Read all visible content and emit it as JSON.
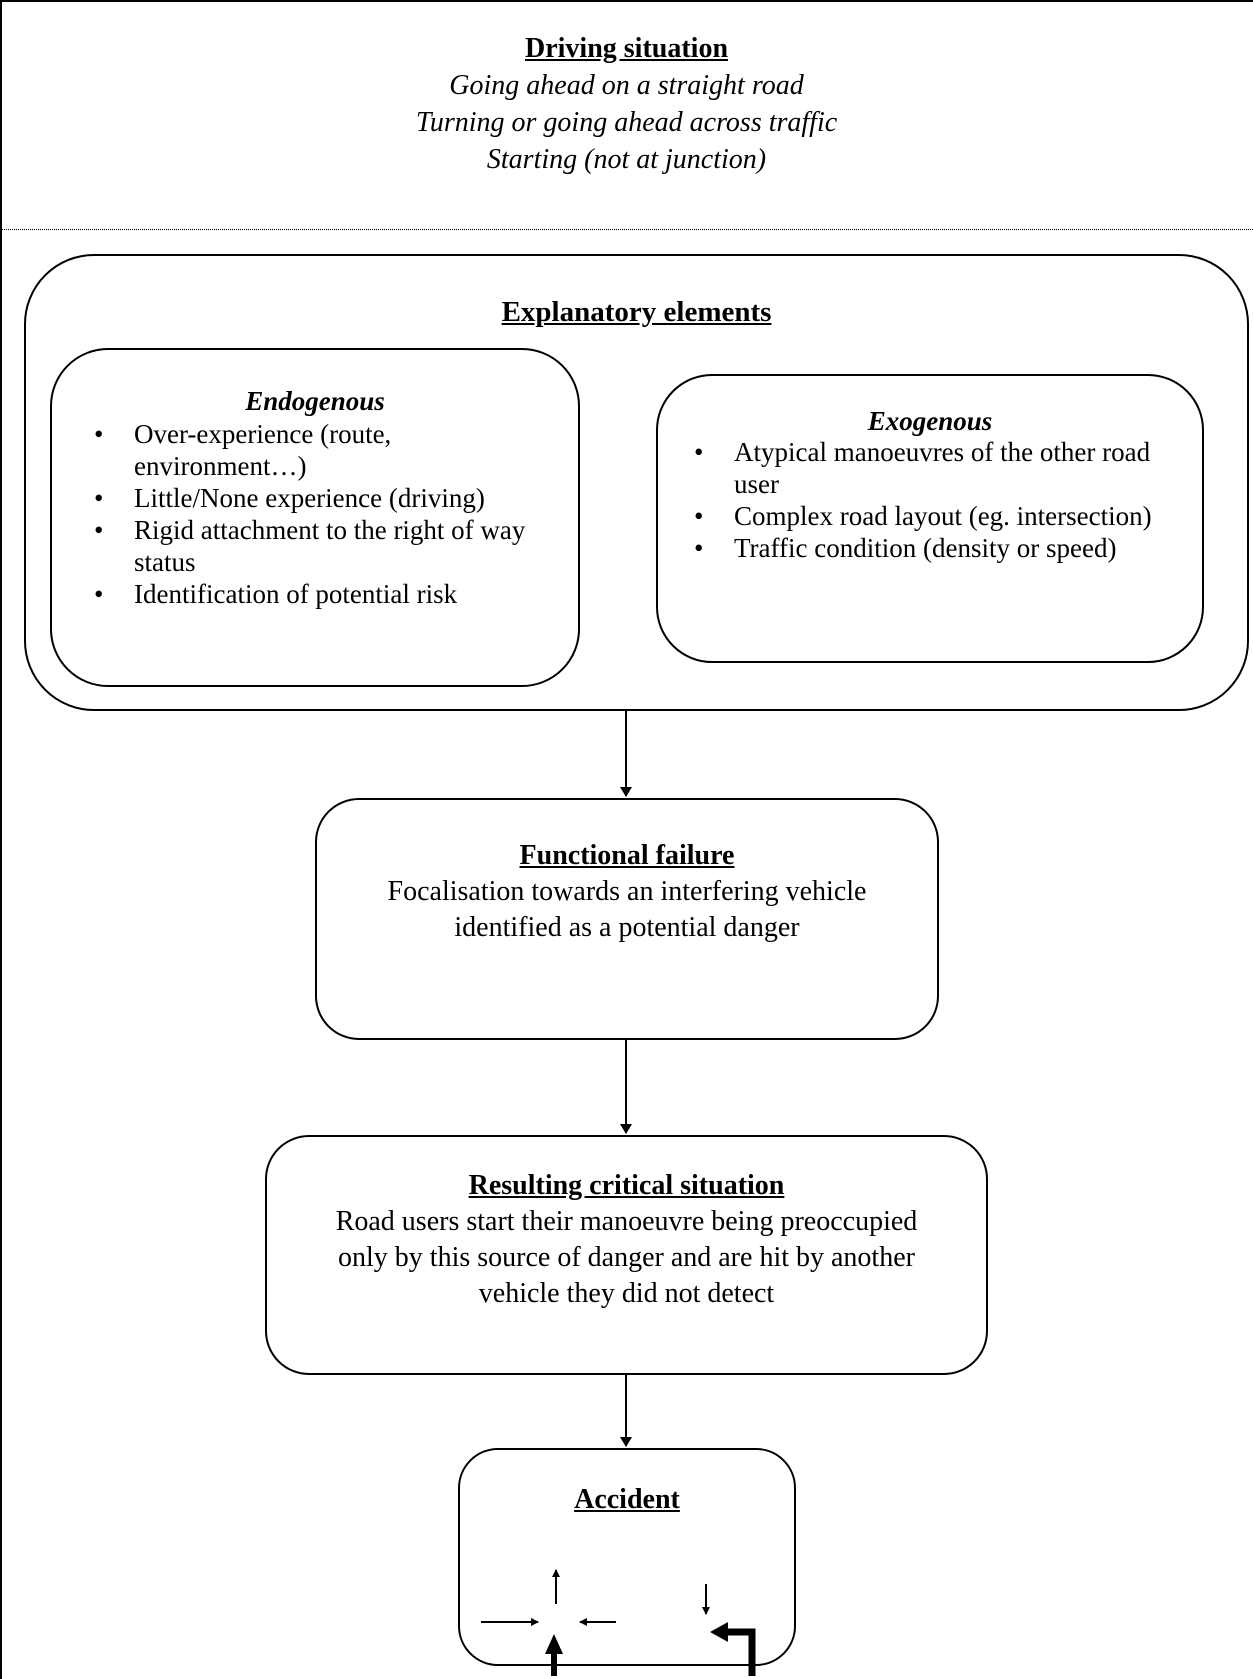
{
  "driving_situation": {
    "title": "Driving situation",
    "lines": [
      "Going ahead on a straight road",
      "Turning or going ahead across traffic",
      "Starting (not at junction)"
    ]
  },
  "explanatory": {
    "title": "Explanatory elements",
    "endogenous": {
      "title": "Endogenous",
      "items": [
        "Over-experience (route, environment…)",
        "Little/None experience (driving)",
        "Rigid attachment to the right of way status",
        "Identification of potential risk"
      ]
    },
    "exogenous": {
      "title": "Exogenous",
      "items": [
        "Atypical manoeuvres of the other road user",
        "Complex road layout (eg. intersection)",
        "Traffic condition (density or speed)"
      ]
    }
  },
  "functional_failure": {
    "title": "Functional failure",
    "text": "Focalisation towards an interfering vehicle identified as a potential danger"
  },
  "critical_situation": {
    "title": "Resulting critical situation",
    "text": "Road users start their manoeuvre being preoccupied only by this source of danger and are hit by another vehicle they did not detect"
  },
  "accident": {
    "title": "Accident",
    "icons": [
      "junction-arrows-icon",
      "left-turn-arrow-icon"
    ]
  }
}
